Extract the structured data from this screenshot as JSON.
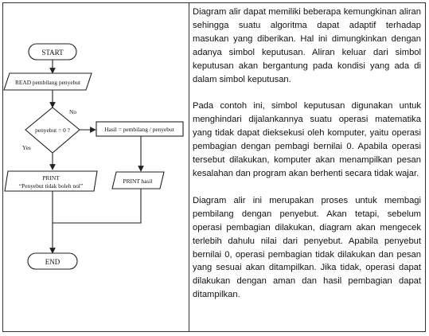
{
  "flowchart": {
    "start_label": "START",
    "input_label": "READ pembilang penyebut",
    "decision_label": "penyebut = 0 ?",
    "no_label": "No",
    "yes_label": "Yes",
    "process_label": "Hasil = pembilang / penyebut",
    "print_error_line1": "PRINT",
    "print_error_line2": "“Penyebut tidak boleh nol”",
    "print_result_label": "PRINT hasil",
    "end_label": "END"
  },
  "paragraphs": [
    "Diagram alir dapat memiliki beberapa kemungkinan aliran sehingga suatu algoritma dapat adaptif terhadap masukan yang diberikan. Hal ini dimungkinkan dengan adanya simbol keputusan. Aliran keluar dari simbol keputusan akan bergantung pada kondisi yang ada di dalam simbol keputusan.",
    "Pada contoh ini, simbol keputusan digunakan untuk menghindari dijalankannya suatu operasi matematika yang tidak dapat dieksekusi oleh komputer, yaitu operasi pembagian dengan pembagi bernilai 0. Apabila operasi tersebut dilakukan, komputer akan menampilkan pesan kesalahan dan program akan berhenti secara tidak wajar.",
    "Diagram alir ini merupakan proses untuk membagi pembilang dengan penyebut. Akan tetapi, sebelum operasi pembagian dilakukan, diagram akan mengecek terlebih dahulu nilai dari penyebut. Apabila penyebut bernilai 0, operasi pembagian tidak dilakukan dan pesan yang sesuai akan ditampilkan. Jika tidak, operasi dapat dilakukan dengan aman dan hasil pembagian dapat ditampilkan."
  ]
}
